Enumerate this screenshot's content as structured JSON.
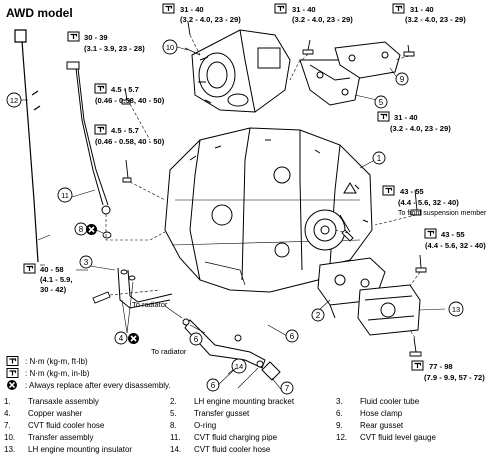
{
  "title": "AWD model",
  "callouts": {
    "c1": "1",
    "c2": "2",
    "c3": "3",
    "c4": "4",
    "c5": "5",
    "c6a": "6",
    "c6b": "6",
    "c7": "7",
    "c8": "8",
    "c9": "9",
    "c10": "10",
    "c11": "11",
    "c12": "12",
    "c13": "13",
    "c14": "14"
  },
  "torque_specs": {
    "t1": {
      "main": "30 - 39",
      "sub": "(3.1 - 3.9, 23 - 28)"
    },
    "t2": {
      "main": "31 - 40",
      "sub": "(3.2 - 4.0, 23 - 29)"
    },
    "t3": {
      "main": "31 - 40",
      "sub": "(3.2 - 4.0, 23 - 29)"
    },
    "t4": {
      "main": "31 - 40",
      "sub": "(3.2 - 4.0, 23 - 29)"
    },
    "t5": {
      "main": "4.5 - 5.7",
      "sub": "(0.46 - 0.58, 40 - 50)"
    },
    "t6": {
      "main": "4.5 - 5.7",
      "sub": "(0.46 - 0.58, 40 - 50)"
    },
    "t7": {
      "main": "31 - 40",
      "sub": "(3.2 - 4.0, 23 - 29)"
    },
    "t8": {
      "main": "43 - 55",
      "sub": "(4.4 - 5.6, 32 - 40)",
      "note": "To front suspension member"
    },
    "t9": {
      "main": "43 - 55",
      "sub": "(4.4 - 5.6, 32 - 40)"
    },
    "t10": {
      "main": "40 - 58",
      "sub": "(4.1 - 5.9,",
      "sub2": "30 - 42)"
    },
    "t11": {
      "main": "77 - 98",
      "sub": "(7.9 - 9.9, 57 - 72)"
    }
  },
  "labels": {
    "to_radiator_1": "To radiator",
    "to_radiator_2": "To radiator"
  },
  "legend": [
    {
      "icon": "torque-wrench-icon",
      "text": ": N·m (kg-m, ft-lb)"
    },
    {
      "icon": "torque-wrench-icon",
      "text": ": N·m (kg-m, in-lb)"
    },
    {
      "icon": "do-not-reuse-icon",
      "text": ": Always replace after every disassembly."
    }
  ],
  "parts": [
    {
      "num": "1.",
      "name": "Transaxle assembly"
    },
    {
      "num": "2.",
      "name": "LH engine mounting bracket"
    },
    {
      "num": "3.",
      "name": "Fluid cooler tube"
    },
    {
      "num": "4.",
      "name": "Copper washer"
    },
    {
      "num": "5.",
      "name": "Transfer gusset"
    },
    {
      "num": "6.",
      "name": "Hose clamp"
    },
    {
      "num": "7.",
      "name": "CVT fluid cooler hose"
    },
    {
      "num": "8.",
      "name": "O-ring"
    },
    {
      "num": "9.",
      "name": "Rear gusset"
    },
    {
      "num": "10.",
      "name": "Transfer assembly"
    },
    {
      "num": "11.",
      "name": "CVT fluid charging pipe"
    },
    {
      "num": "12.",
      "name": "CVT fluid level gauge"
    },
    {
      "num": "13.",
      "name": "LH engine mounting insulator"
    },
    {
      "num": "14.",
      "name": "CVT fluid cooler hose"
    }
  ]
}
